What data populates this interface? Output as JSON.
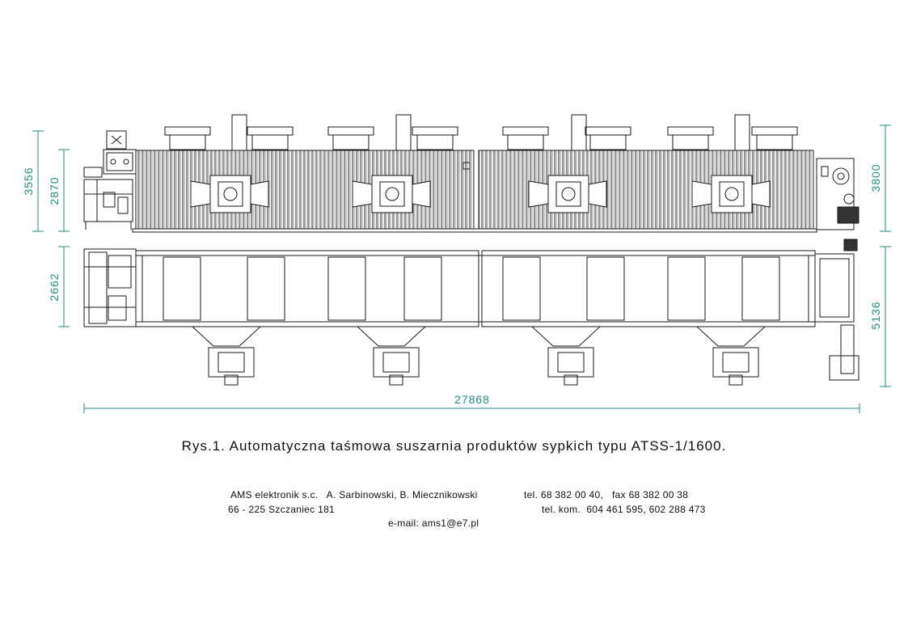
{
  "colors": {
    "dimension": "#1f8f80",
    "lines": "#1a1a1a"
  },
  "dimensions": {
    "height_total_left": "3556",
    "height_body_left": "2870",
    "height_right": "3800",
    "width_plan_left": "2662",
    "width_plan_right": "5136",
    "length_total": "27868"
  },
  "caption": "Rys.1. Automatyczna taśmowa suszarnia produktów sypkich typu ATSS-1/1600.",
  "footer": {
    "company": "AMS elektronik s.c.   A. Sarbinowski, B. Miecznikowski",
    "phone_fax": "tel. 68 382 00 40,   fax 68 382 00 38",
    "address": "66 - 225 Szczaniec 181",
    "mobile": "tel. kom.  604 461 595, 602 288 473",
    "email": "e-mail: ams1@e7.pl"
  }
}
